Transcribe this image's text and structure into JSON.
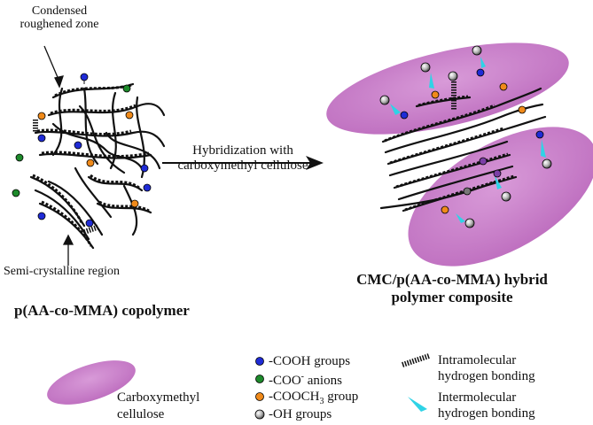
{
  "left_structure": {
    "label_top": [
      "Condensed",
      "roughened zone"
    ],
    "label_bottom": "Semi-crystalline region",
    "title": "p(AA-co-MMA) copolymer"
  },
  "arrow_label": [
    "Hybridization with",
    "carboxymethyl cellulose"
  ],
  "right_structure": {
    "title": [
      "CMC/p(AA-co-MMA) hybrid",
      "polymer composite"
    ]
  },
  "legend": {
    "cmc_label": [
      "Carboxymethyl",
      "cellulose"
    ],
    "cooh_label": "-COOH groups",
    "coo_label_prefix": "-COO",
    "coo_label_sup": "-",
    "coo_label_suffix": " anions",
    "cooch3_label_prefix": "-COOCH",
    "cooch3_label_sub": "3",
    "cooch3_label_suffix": " group",
    "oh_label": "-OH groups",
    "intra_label": [
      "Intramolecular",
      "hydrogen bonding"
    ],
    "inter_label": [
      "Intermolecular",
      "hydrogen bonding"
    ]
  },
  "colors": {
    "cmc_fill": "#c77bc7",
    "cooh": "#1f2bd6",
    "coo": "#1d8a2b",
    "cooch3": "#f08a1a",
    "oh": "#bdbdbd",
    "inter_bond": "#2fd3e6",
    "chain": "#111111"
  }
}
